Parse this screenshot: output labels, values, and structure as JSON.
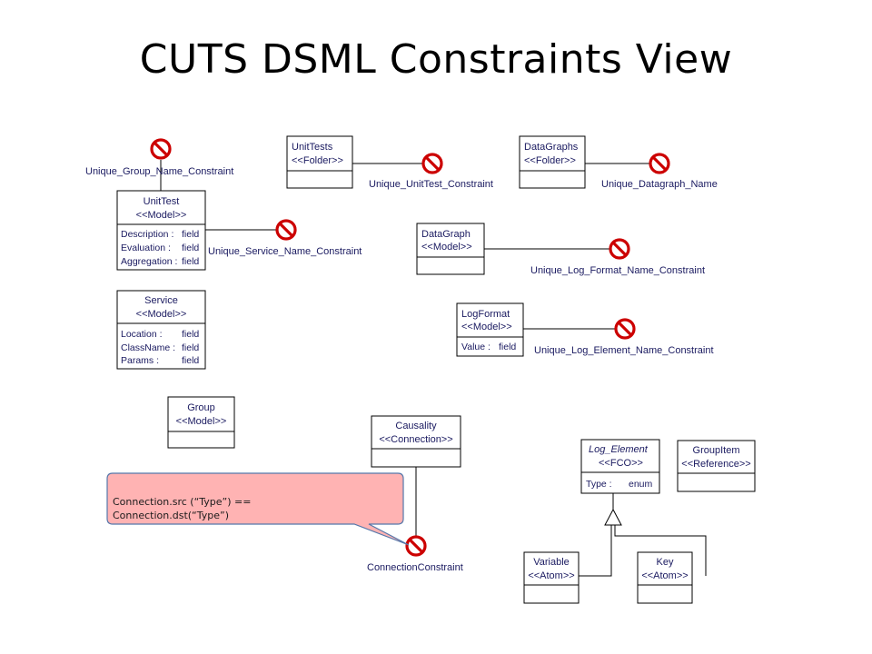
{
  "title": "CUTS DSML Constraints View",
  "colors": {
    "constraint_icon": "#cc0000",
    "label_text": "#1a1a60",
    "note_fill": "#ffb3b3",
    "note_stroke": "#5577aa"
  },
  "icons": {
    "constraint": "no-entry-icon"
  },
  "elements": {
    "unittest": {
      "name": "UnitTest",
      "stereo": "<<Model>>",
      "attrs": [
        "Description :",
        "Evaluation :",
        "Aggregation :"
      ],
      "types": [
        "field",
        "field",
        "field"
      ]
    },
    "service": {
      "name": "Service",
      "stereo": "<<Model>>",
      "attrs": [
        "Location :",
        "ClassName :",
        "Params :"
      ],
      "types": [
        "field",
        "field",
        "field"
      ]
    },
    "group": {
      "name": "Group",
      "stereo": "<<Model>>"
    },
    "unittests": {
      "name": "UnitTests",
      "stereo": "<<Folder>>"
    },
    "datagraphs": {
      "name": "DataGraphs",
      "stereo": "<<Folder>>"
    },
    "datagraph": {
      "name": "DataGraph",
      "stereo": "<<Model>>"
    },
    "logformat": {
      "name": "LogFormat",
      "stereo": "<<Model>>",
      "attrs": [
        "Value :"
      ],
      "types": [
        "field"
      ]
    },
    "causality": {
      "name": "Causality",
      "stereo": "<<Connection>>"
    },
    "log_element": {
      "name": "Log_Element",
      "stereo": "<<FCO>>",
      "attrs": [
        "Type :"
      ],
      "types": [
        "enum"
      ]
    },
    "groupitem": {
      "name": "GroupItem",
      "stereo": "<<Reference>>"
    },
    "variable": {
      "name": "Variable",
      "stereo": "<<Atom>>"
    },
    "key": {
      "name": "Key",
      "stereo": "<<Atom>>"
    }
  },
  "constraints": {
    "unique_group_name": "Unique_Group_Name_Constraint",
    "unique_service_name": "Unique_Service_Name_Constraint",
    "unique_unittest": "Unique_UnitTest_Constraint",
    "unique_datagraph_name": "Unique_Datagraph_Name",
    "unique_log_format_name": "Unique_Log_Format_Name_Constraint",
    "unique_log_element_name": "Unique_Log_Element_Name_Constraint",
    "connection": "ConnectionConstraint"
  },
  "note": {
    "line1": "Connection.src  (“Type”) ==",
    "line2": "Connection.dst(“Type”)"
  }
}
